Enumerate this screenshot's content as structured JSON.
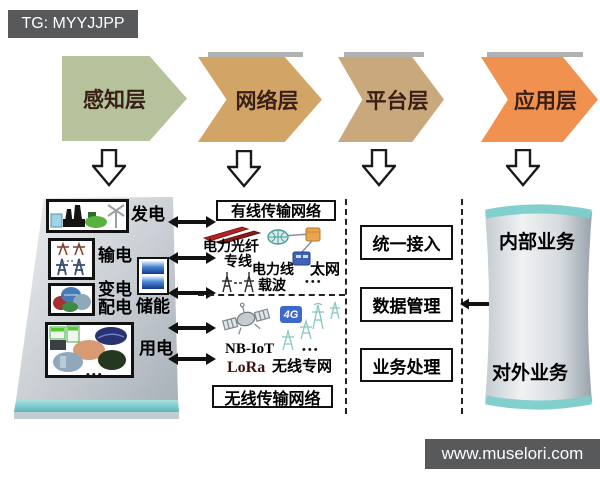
{
  "header": {
    "tag_label": "TG: MYYJJPP"
  },
  "footer": {
    "site_label": "www.muselori.com"
  },
  "layers": [
    {
      "label": "感知层",
      "color": "#b5c29b"
    },
    {
      "label": "网络层",
      "color": "#d2a466"
    },
    {
      "label": "平台层",
      "color": "#c9a87c"
    },
    {
      "label": "应用层",
      "color": "#f0914f"
    }
  ],
  "perception": {
    "generation_label": "发电",
    "transmission_label": "输电",
    "transform_label": "变电",
    "distribution_label": "配电",
    "storage_label": "储能",
    "consumption_label": "用电",
    "consumption_dots": "•••"
  },
  "wired": {
    "title": "有线传输网络",
    "fiber_line1": "电力光纤",
    "fiber_line2": "专线",
    "plc_line1": "电力线",
    "plc_line2": "载波",
    "ethernet_label": "太网",
    "dots": "•••"
  },
  "wireless": {
    "title": "无线传输网络",
    "badge_4g": "4G",
    "nbiot_label": "NB-IoT",
    "lora_label": "LoRa",
    "private_net_label": "无线专网",
    "dots": "•••"
  },
  "platform": {
    "boxes": [
      {
        "label": "统一接入"
      },
      {
        "label": "数据管理"
      },
      {
        "label": "业务处理"
      }
    ]
  },
  "application": {
    "internal_label": "内部业务",
    "external_label": "对外业务"
  },
  "colors": {
    "watermark_bg": "#58595b",
    "teal_edge": "#76c9c9",
    "badge_4g_bg": "#3e68cc",
    "chevron_text": "#3a1f17"
  }
}
